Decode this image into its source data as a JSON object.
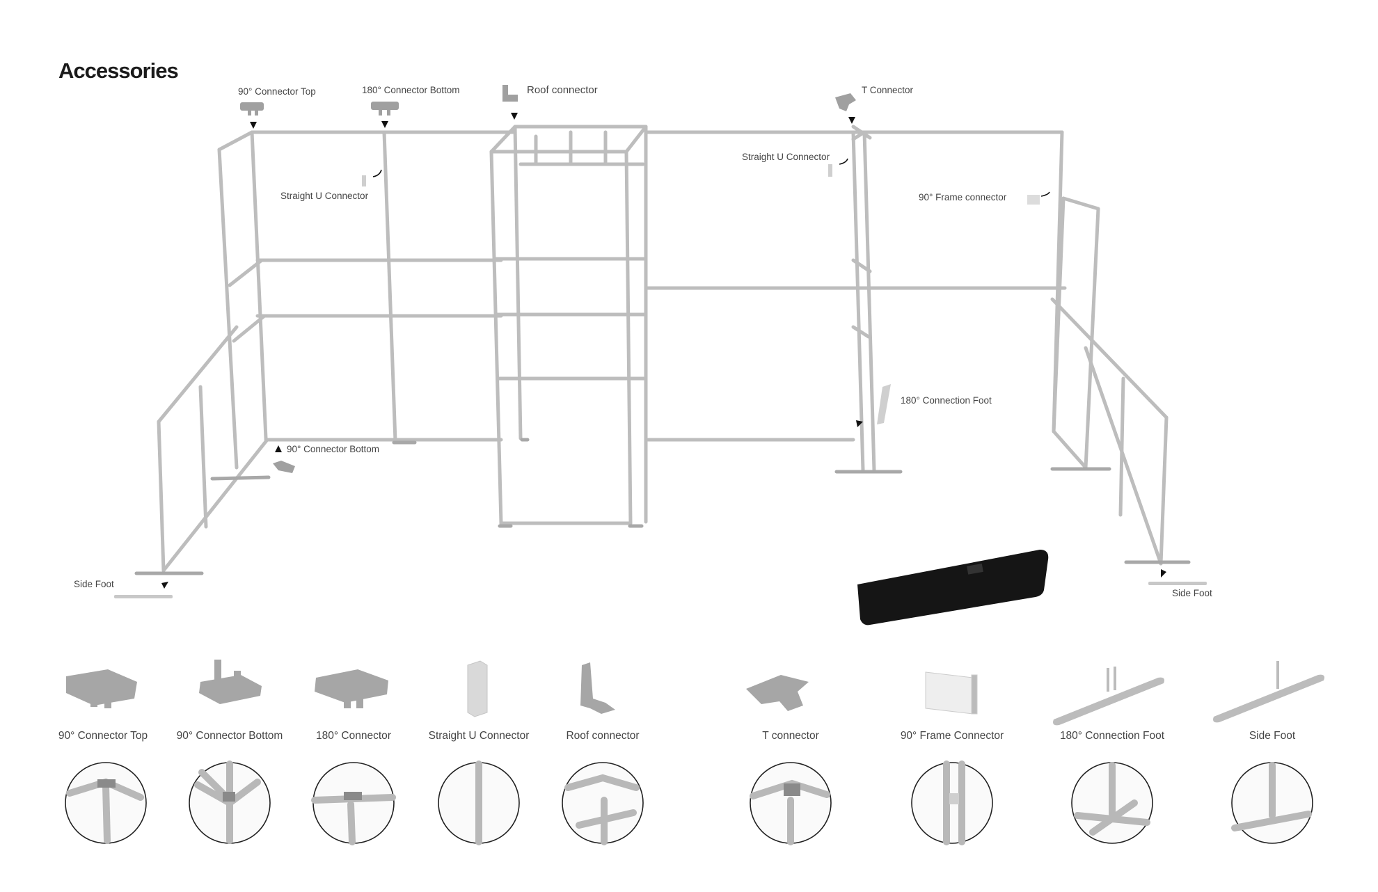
{
  "title": "Accessories",
  "colors": {
    "frame": "#bdbdbd",
    "frame_dark": "#9a9a9a",
    "part": "#a8a8a8",
    "bag": "#151515",
    "text": "#444444"
  },
  "diagram_labels": {
    "connector_top": "90° Connector Top",
    "connector_bottom_180": "180° Connector Bottom",
    "roof_connector": "Roof connector",
    "t_connector": "T Connector",
    "straight_u_left": "Straight U Connector",
    "straight_u_right": "Straight U Connector",
    "frame_connector": "90° Frame  connector",
    "connection_foot_180": "180° Connection Foot",
    "connector_bottom_90": "90° Connector Bottom",
    "side_foot_left": "Side Foot",
    "side_foot_right": "Side Foot"
  },
  "parts": [
    {
      "name": "90° Connector Top",
      "icon": "connector-top-icon"
    },
    {
      "name": "90° Connector Bottom",
      "icon": "connector-bottom-icon"
    },
    {
      "name": "180° Connector",
      "icon": "connector-180-icon"
    },
    {
      "name": "Straight U Connector",
      "icon": "straight-u-icon"
    },
    {
      "name": "Roof connector",
      "icon": "roof-connector-icon"
    },
    {
      "name": "T connector",
      "icon": "t-connector-icon"
    },
    {
      "name": "90° Frame Connector",
      "icon": "frame-connector-icon"
    },
    {
      "name": "180° Connection Foot",
      "icon": "connection-foot-icon"
    },
    {
      "name": "Side Foot",
      "icon": "side-foot-icon"
    }
  ]
}
